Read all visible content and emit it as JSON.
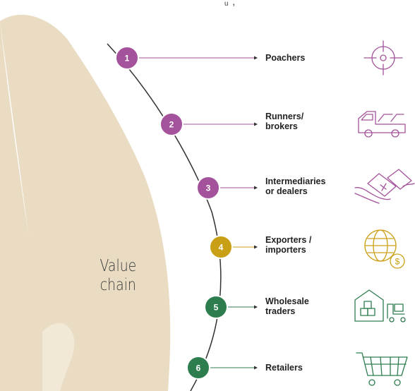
{
  "header_fragment": "ᵤ ,",
  "title_lines": [
    "Value",
    "chain"
  ],
  "colors": {
    "leaf": "#e9dcc3",
    "purple": "#a3529b",
    "gold": "#c9a015",
    "green": "#2e7d4f",
    "curve": "#333333"
  },
  "steps": [
    {
      "number": "1",
      "label_lines": [
        "Poachers"
      ],
      "color": "purple",
      "icon": "crosshair-icon"
    },
    {
      "number": "2",
      "label_lines": [
        "Runners/",
        "brokers"
      ],
      "color": "purple",
      "icon": "truck-icon"
    },
    {
      "number": "3",
      "label_lines": [
        "Intermediaries",
        "or dealers"
      ],
      "color": "purple",
      "icon": "money-exchange-icon"
    },
    {
      "number": "4",
      "label_lines": [
        "Exporters /",
        "importers"
      ],
      "color": "gold",
      "icon": "globe-dollar-icon"
    },
    {
      "number": "5",
      "label_lines": [
        "Wholesale",
        "traders"
      ],
      "color": "green",
      "icon": "warehouse-icon"
    },
    {
      "number": "6",
      "label_lines": [
        "Retailers"
      ],
      "color": "green",
      "icon": "shopping-cart-icon"
    }
  ]
}
